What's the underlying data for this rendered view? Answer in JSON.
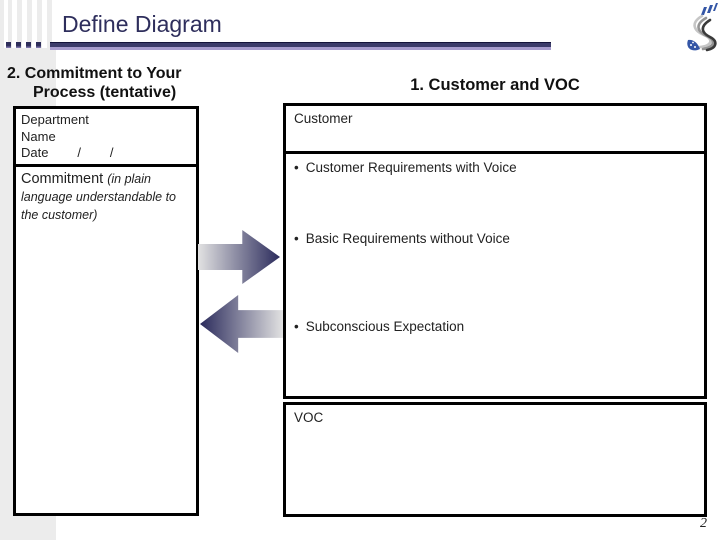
{
  "slide": {
    "title": "Define Diagram",
    "page_number": "2"
  },
  "left_panel": {
    "heading_line1": "2. Commitment to Your",
    "heading_line2": "Process (tentative)",
    "box": {
      "department_label": "Department",
      "name_label": "Name",
      "date_line": "Date        /        /",
      "commitment_label": "Commitment ",
      "commitment_note": "(in plain language understandable to the customer)"
    }
  },
  "right_panel": {
    "heading": "1. Customer and VOC",
    "customer_label": "Customer",
    "bullet_char": "•",
    "bullets": [
      "Customer Requirements with Voice",
      "Basic Requirements without Voice",
      "Subconscious Expectation"
    ],
    "voc_label": "VOC"
  },
  "icons": {
    "logo": "swirl-s-logo"
  },
  "colors": {
    "title_navy": "#2e2e5c",
    "bar_lavender": "#a79ccd",
    "arrow_dark": "#2b2b5c",
    "arrow_light": "#e2e2e2",
    "logo_blue": "#3456a6",
    "stripe_gray": "#ececec"
  }
}
